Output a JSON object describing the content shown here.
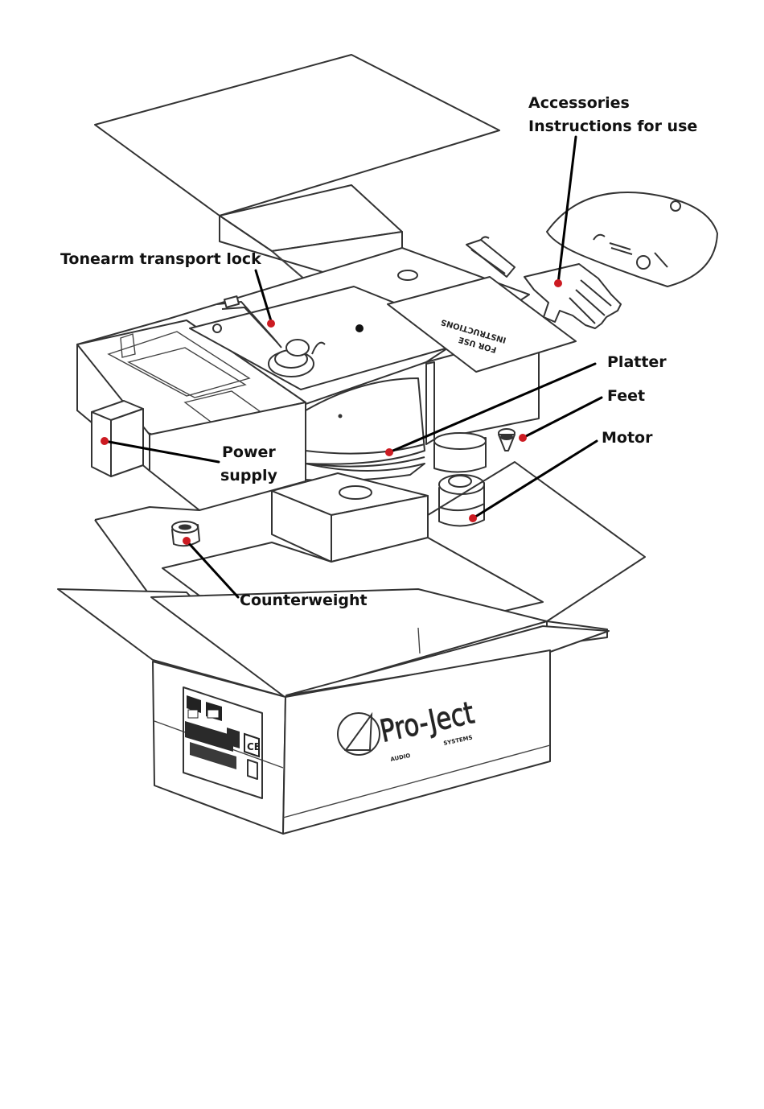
{
  "labels": {
    "accessories": "Accessories",
    "instructions": "Instructions for use",
    "tonearm_lock": "Tonearm transport lock",
    "platter": "Platter",
    "feet": "Feet",
    "motor": "Motor",
    "power_supply_line1": "Power",
    "power_supply_line2": "supply",
    "counterweight": "Counterweight"
  },
  "box": {
    "brand": "Pro-Ject",
    "brand_sub_left": "AUDIO",
    "brand_sub_right": "SYSTEMS",
    "booklet_text_1": "INSTRUCTIONS",
    "booklet_text_2": "FOR USE"
  },
  "colors": {
    "leader_line": "#000000",
    "marker_dot": "#cc1b22",
    "outline": "#333333"
  }
}
